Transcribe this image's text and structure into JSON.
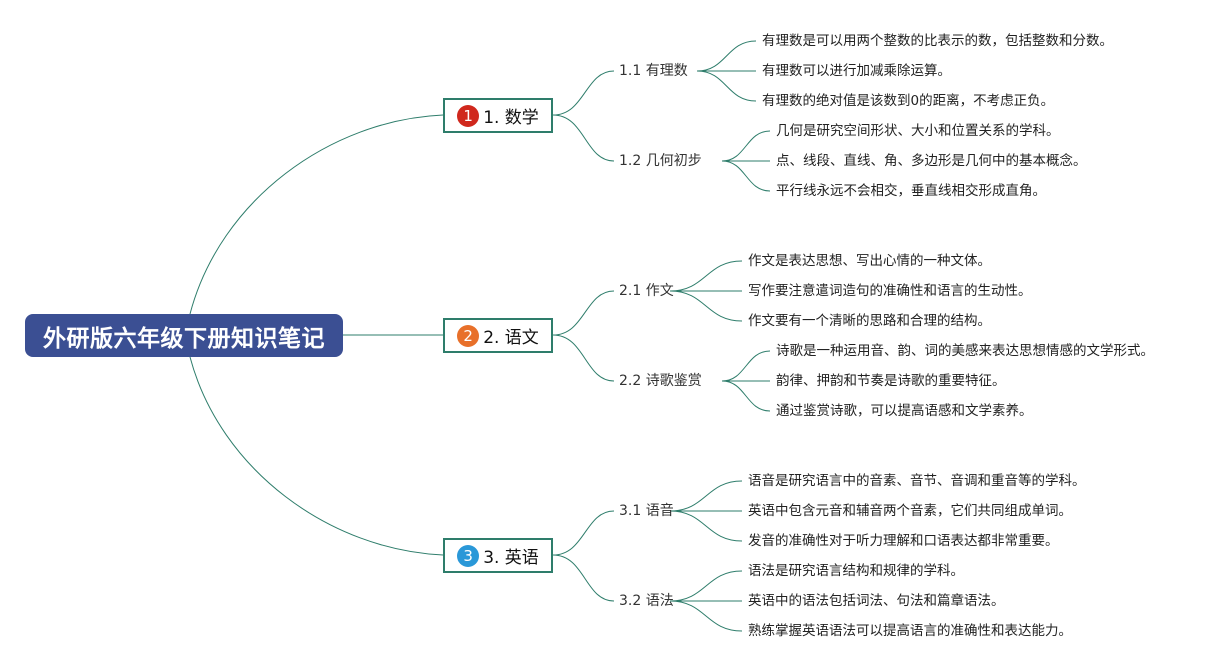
{
  "root": {
    "title": "外研版六年级下册知识笔记"
  },
  "colors": {
    "root_bg": "#3b4f93",
    "line": "#2e7d6b",
    "badge1": "#d0281d",
    "badge2": "#e8702a",
    "badge3": "#2a98d8"
  },
  "branches": [
    {
      "number": "1",
      "label": "1. 数学",
      "subs": [
        {
          "label": "1.1 有理数",
          "leaves": [
            "有理数是可以用两个整数的比表示的数，包括整数和分数。",
            "有理数可以进行加减乘除运算。",
            "有理数的绝对值是该数到0的距离，不考虑正负。"
          ]
        },
        {
          "label": "1.2 几何初步",
          "leaves": [
            "几何是研究空间形状、大小和位置关系的学科。",
            "点、线段、直线、角、多边形是几何中的基本概念。",
            "平行线永远不会相交，垂直线相交形成直角。"
          ]
        }
      ]
    },
    {
      "number": "2",
      "label": "2. 语文",
      "subs": [
        {
          "label": "2.1 作文",
          "leaves": [
            "作文是表达思想、写出心情的一种文体。",
            "写作要注意遣词造句的准确性和语言的生动性。",
            "作文要有一个清晰的思路和合理的结构。"
          ]
        },
        {
          "label": "2.2 诗歌鉴赏",
          "leaves": [
            "诗歌是一种运用音、韵、词的美感来表达思想情感的文学形式。",
            "韵律、押韵和节奏是诗歌的重要特征。",
            "通过鉴赏诗歌，可以提高语感和文学素养。"
          ]
        }
      ]
    },
    {
      "number": "3",
      "label": "3. 英语",
      "subs": [
        {
          "label": "3.1 语音",
          "leaves": [
            "语音是研究语言中的音素、音节、音调和重音等的学科。",
            "英语中包含元音和辅音两个音素，它们共同组成单词。",
            "发音的准确性对于听力理解和口语表达都非常重要。"
          ]
        },
        {
          "label": "3.2 语法",
          "leaves": [
            "语法是研究语言结构和规律的学科。",
            "英语中的语法包括词法、句法和篇章语法。",
            "熟练掌握英语语法可以提高语言的准确性和表达能力。"
          ]
        }
      ]
    }
  ]
}
